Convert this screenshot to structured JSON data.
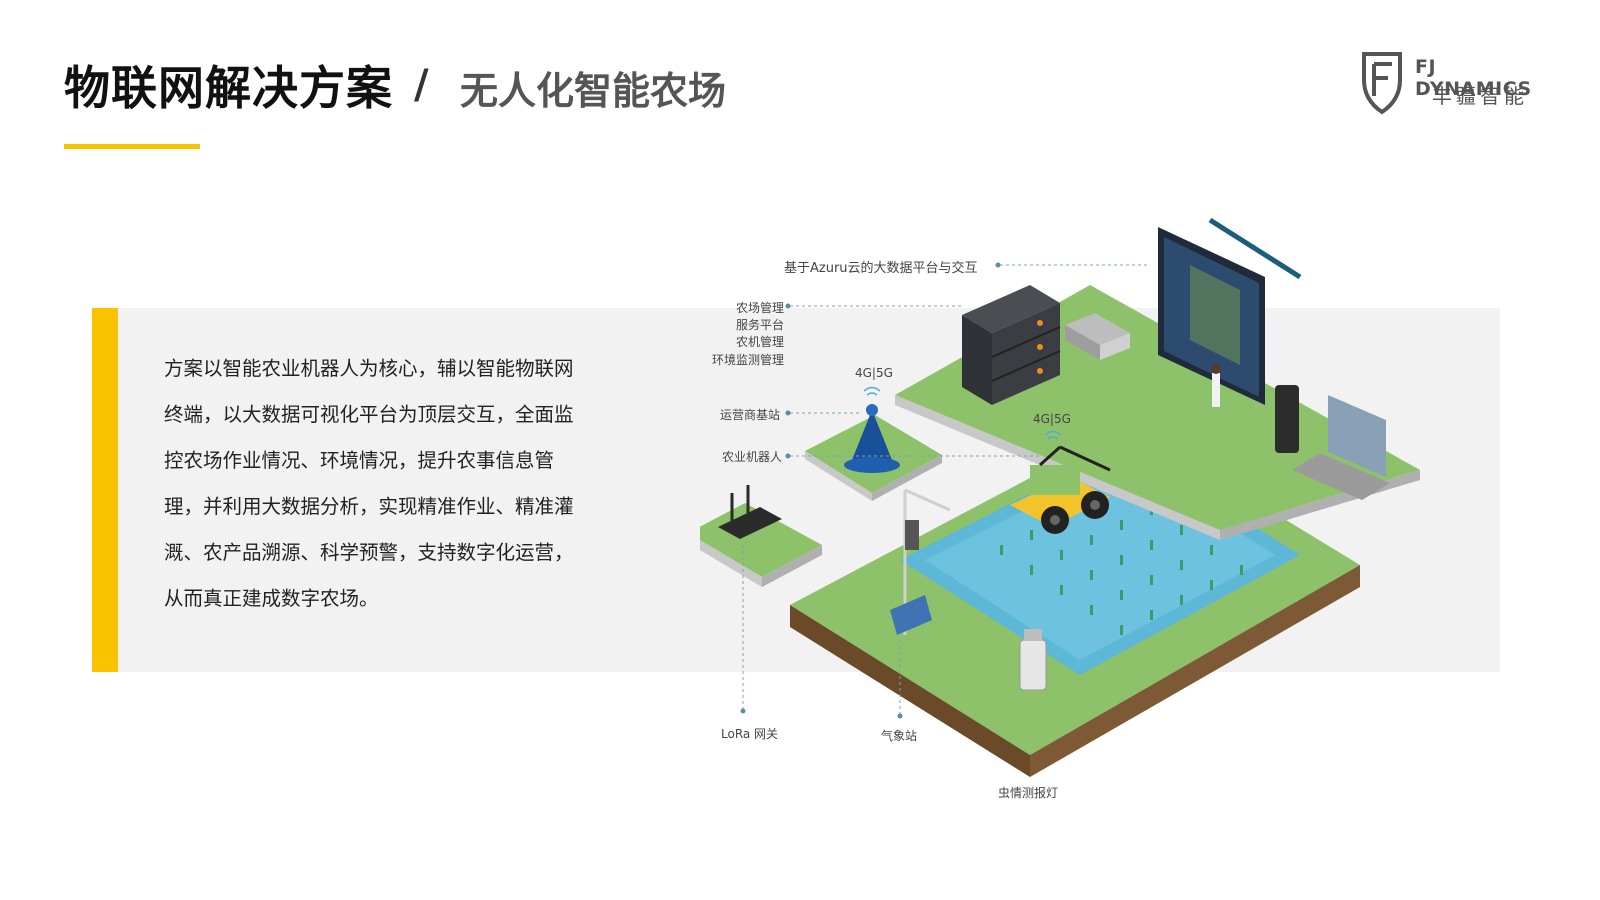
{
  "header": {
    "title": "物联网解决方案",
    "separator": "/",
    "subtitle": "无人化智能农场"
  },
  "logo": {
    "name_en": "FJ DYNAMICS",
    "name_cn": "丰疆智能"
  },
  "description": "方案以智能农业机器人为核心，辅以智能物联网终端，以大数据可视化平台为顶层交互，全面监控农场作业情况、环境情况，提升农事信息管理，并利用大数据分析，实现精准作业、精准灌溉、农产品溯源、科学预警，支持数字化运营，从而真正建成数字农场。",
  "diagram": {
    "labels": {
      "cloud_platform": "基于Azuru云的大数据平台与交互",
      "farm_management": "农场管理",
      "service_platform": "服务平台",
      "machinery_management": "农机管理",
      "env_monitoring": "环境监测管理",
      "signal_1": "4G|5G",
      "signal_2": "4G|5G",
      "base_station": "运营商基站",
      "robot": "农业机器人",
      "lora_gateway": "LoRa 网关",
      "weather_station": "气象站",
      "insect_lamp": "虫情测报灯"
    }
  },
  "colors": {
    "accent": "#fbc200",
    "grass": "#8dc26a",
    "water": "#5db7d6",
    "server": "#3a3d42"
  }
}
